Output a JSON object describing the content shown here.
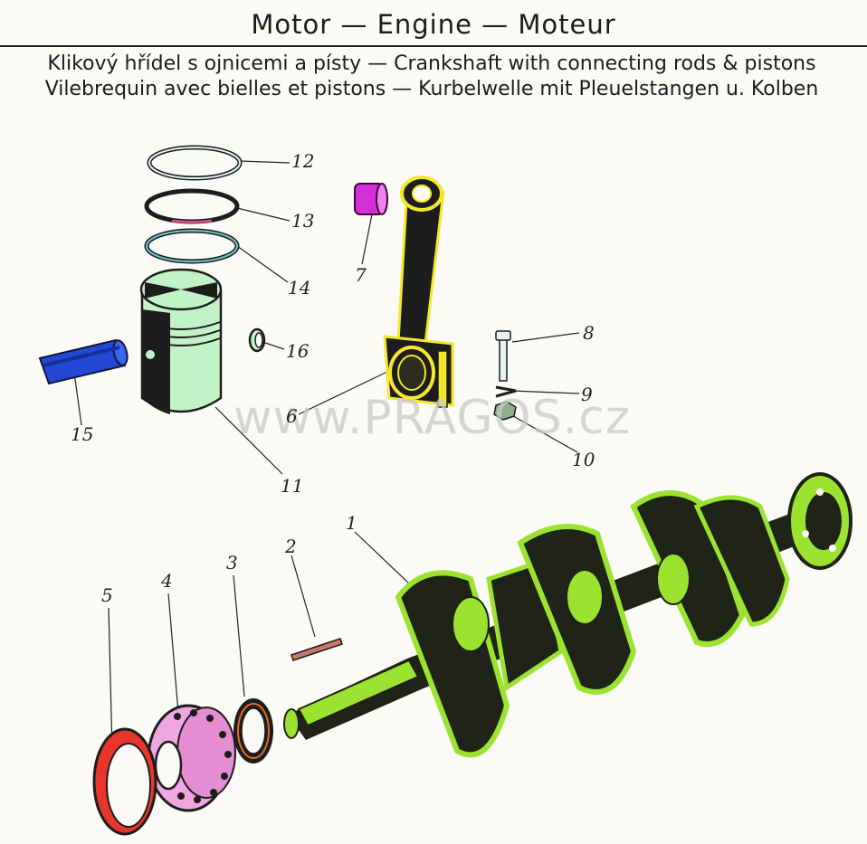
{
  "title": "Motor — Engine — Moteur",
  "subtitle_line1": "Klikový hřídel s ojnicemi a písty — Crankshaft with connecting rods & pistons",
  "subtitle_line2": "Vilebrequin avec bielles et pistons — Kurbelwelle mit Pleuelstangen u. Kolben",
  "watermark": "www.PRAGOS.cz",
  "callouts": [
    "1",
    "2",
    "3",
    "4",
    "5",
    "6",
    "7",
    "8",
    "9",
    "10",
    "11",
    "12",
    "13",
    "14",
    "15",
    "16"
  ],
  "colors": {
    "crankshaft": "#9be330",
    "crank_dark": "#1f2318",
    "piston": "#c3f2c8",
    "wrist_pin": "#2448d6",
    "rod": "#f3e82c",
    "bushing": "#d32fd8",
    "gear": "#f0a6e0",
    "washer": "#e8362c",
    "ring_orange": "#e36a1e"
  }
}
